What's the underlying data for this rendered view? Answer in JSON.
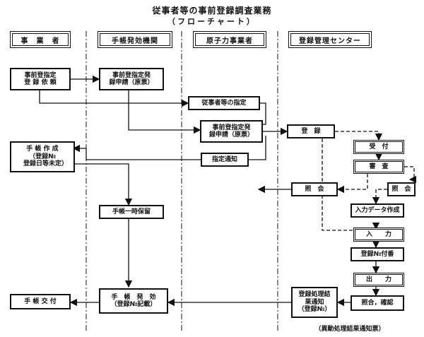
{
  "title": "従事者等の事前登録調査業務",
  "subtitle": "（フローチャート）",
  "lanes": {
    "employer": "事　業　者",
    "issuer": "手帳発効機関",
    "operator": "原子力事業者",
    "center": "登録管理センター"
  },
  "nodes": {
    "prereg_request": "事前登指定\n登 録 依 頼",
    "prereg_application": "事前登指定発\n録申請（原票）",
    "worker_designation": "従事者等の指定",
    "prereg_application2": "事前登指定発\n録申請（原票）",
    "registration": "登　録",
    "designation_notice": "指定通知",
    "receipt": "受　付",
    "review": "審　査",
    "inquiry_left": "照　会",
    "inquiry_right": "照　会",
    "handbook_creation": "手 帳 作 成\n（登録№\n　登録日等未定）",
    "handbook_hold": "手帳一時保留",
    "data_entry": "入力データ作成",
    "input": "入　　力",
    "reg_number": "登録№付番",
    "output": "出　　力",
    "collation": "照合，確認",
    "result_notice": "登録処理結\n果通知\n（登録№）",
    "handbook_issue": "手　帳　発　効\n（登録№記載）",
    "handbook_delivery": "手 帳 交 付"
  },
  "footnote": "（異動処理結果通知票）"
}
